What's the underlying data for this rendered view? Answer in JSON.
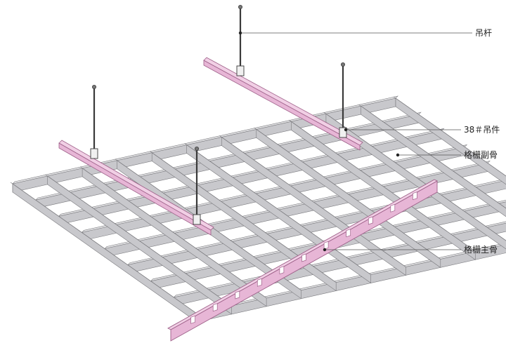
{
  "labels": {
    "hanger_rod": "吊杆",
    "hanger_38": "38＃吊件",
    "secondary_keel": "格栅副骨",
    "main_keel": "格栅主骨"
  },
  "colors": {
    "grid_fill": "#e4e4e6",
    "grid_side": "#c8c8cc",
    "grid_stroke": "#7a7a7e",
    "carrier_fill": "#e7b6d6",
    "carrier_stroke": "#9d5f88",
    "rod": "#3a3a3a",
    "leader": "#555555"
  },
  "icons": {
    "hanger_rod": "threaded-rod-icon",
    "hanger_clip": "hanger-clip-icon"
  }
}
